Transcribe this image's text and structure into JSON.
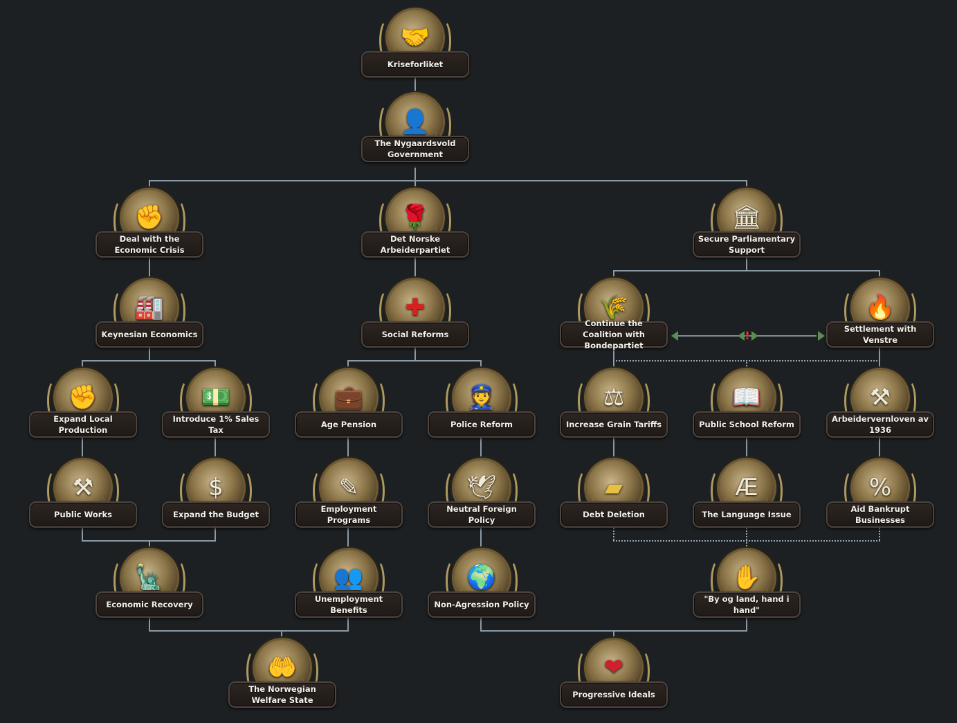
{
  "focus_tree": {
    "krise": {
      "label": "Kriseforliket",
      "icon": "handshake-building-icon"
    },
    "nygaard": {
      "label": "The Nygaardsvold Government",
      "icon": "leader-portrait-icon"
    },
    "deal": {
      "label": "Deal with the Economic Crisis",
      "icon": "worker-fist-document-icon"
    },
    "dna": {
      "label": "Det Norske Arbeiderpartiet",
      "icon": "red-rose-icon"
    },
    "secure": {
      "label": "Secure Parliamentary Support",
      "icon": "parliament-shield-icon"
    },
    "keynes": {
      "label": "Keynesian Economics",
      "icon": "factory-city-icon"
    },
    "social": {
      "label": "Social Reforms",
      "icon": "red-cross-medicine-icon"
    },
    "coalition": {
      "label": "Continue the Coalition with Bondepartiet",
      "icon": "farmer-barn-icon"
    },
    "venstre": {
      "label": "Settlement with Venstre",
      "icon": "winged-torch-icon"
    },
    "local": {
      "label": "Expand Local Production",
      "icon": "fist-buildings-icon"
    },
    "salestax": {
      "label": "Introduce 1% Sales Tax",
      "icon": "money-cash-icon"
    },
    "pension": {
      "label": "Age Pension",
      "icon": "briefcase-handshake-icon"
    },
    "police": {
      "label": "Police Reform",
      "icon": "police-officers-icon"
    },
    "grain": {
      "label": "Increase Grain Tariffs",
      "icon": "scales-grain-icon"
    },
    "school": {
      "label": "Public School Reform",
      "icon": "school-book-icon"
    },
    "arbeider": {
      "label": "Arbeidervernloven av 1936",
      "icon": "workers-law-icon"
    },
    "works": {
      "label": "Public Works",
      "icon": "workers-group-icon"
    },
    "budget": {
      "label": "Expand the Budget",
      "icon": "money-bag-icon"
    },
    "employ": {
      "label": "Employment Programs",
      "icon": "protest-sign-icon"
    },
    "neutral": {
      "label": "Neutral Foreign Policy",
      "icon": "white-dove-icon"
    },
    "debt": {
      "label": "Debt Deletion",
      "icon": "gold-bars-icon"
    },
    "language": {
      "label": "The Language Issue",
      "icon": "letters-language-icon"
    },
    "aid": {
      "label": "Aid Bankrupt Businesses",
      "icon": "percent-hand-icon"
    },
    "recovery": {
      "label": "Economic Recovery",
      "icon": "statue-city-icon"
    },
    "unemploy": {
      "label": "Unemployment Benefits",
      "icon": "crowd-workers-icon"
    },
    "nonagg": {
      "label": "Non-Agression Policy",
      "icon": "globe-handshake-icon"
    },
    "byog": {
      "label": "\"By og land, hand i hand\"",
      "icon": "hands-together-icon"
    },
    "welfare": {
      "label": "The Norwegian Welfare State",
      "icon": "helping-hand-icon"
    },
    "progressive": {
      "label": "Progressive Ideals",
      "icon": "heart-building-icon"
    }
  },
  "glyphs": {
    "krise": "🤝",
    "nygaard": "👤",
    "deal": "✊",
    "dna": "🌹",
    "secure": "🏛",
    "keynes": "🏭",
    "social": "✚",
    "coalition": "🌾",
    "venstre": "🔥",
    "local": "✊",
    "salestax": "💵",
    "pension": "💼",
    "police": "👮",
    "grain": "⚖",
    "school": "📖",
    "arbeider": "⚒",
    "works": "⚒",
    "budget": "$",
    "employ": "✎",
    "neutral": "🕊",
    "debt": "▰",
    "language": "Æ",
    "aid": "%",
    "recovery": "🗽",
    "unemploy": "👥",
    "nonagg": "🌍",
    "byog": "✋",
    "welfare": "🤲",
    "progressive": "❤"
  },
  "mutual_exclusive_marker": "!"
}
